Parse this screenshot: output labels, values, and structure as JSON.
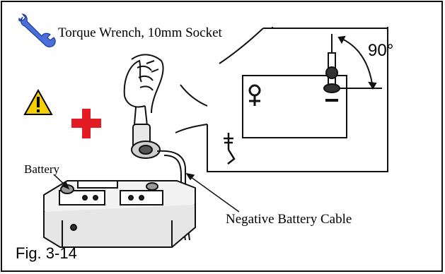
{
  "tools_text": "Torque Wrench, 10mm Socket",
  "angle_text": "90°",
  "battery_text": "Battery",
  "cable_text": "Negative Battery Cable",
  "figure_text": "Fig. 3-14",
  "icons": {
    "tool": "wrench-icon",
    "warning": "warning-triangle-icon",
    "positive": "red-cross-icon"
  },
  "colors": {
    "wrench": "#4a6fd8",
    "warning_fill": "#f5d000",
    "cross": "#e31b23",
    "line": "#111111"
  }
}
